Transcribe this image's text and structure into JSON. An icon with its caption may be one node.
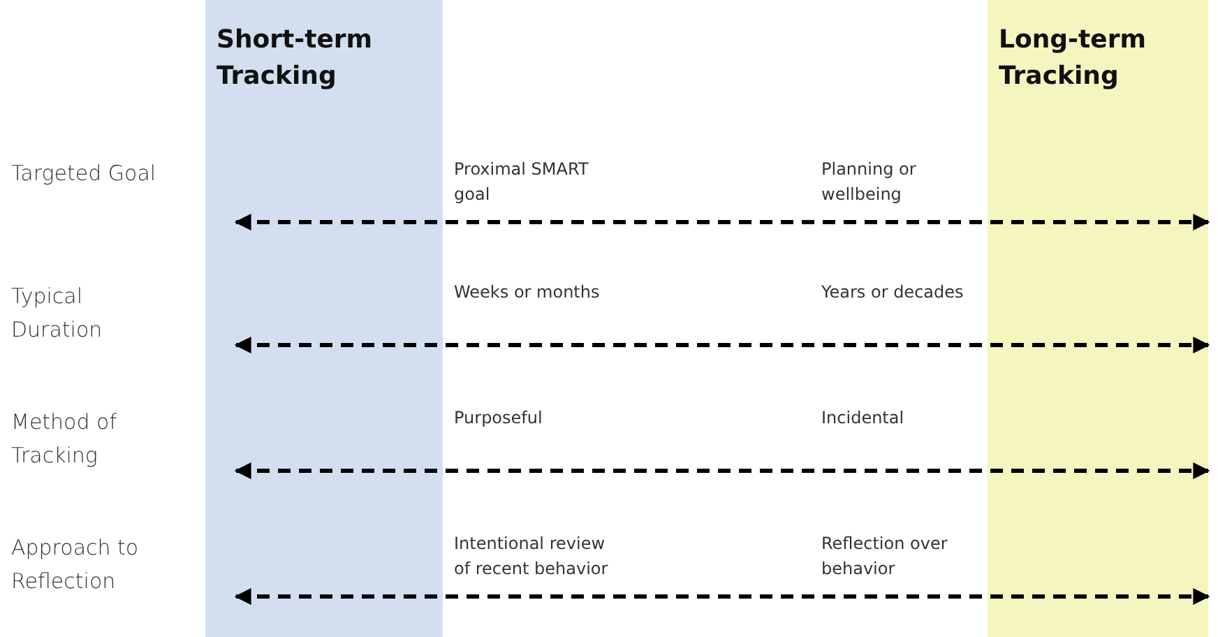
{
  "diagram": {
    "nodes": [
      {
        "text": [
          "Short-term Tracking"
        ]
      },
      {
        "text": [
          "Long-term Tracking"
        ]
      }
    ],
    "edges": [
      {
        "from": 0,
        "to": 1,
        "arrow": "both",
        "style": "dashed"
      },
      {
        "from": 0,
        "to": 1,
        "arrow": "both",
        "style": "dashed"
      },
      {
        "from": 0,
        "to": 1,
        "arrow": "both",
        "style": "dashed"
      },
      {
        "from": 0,
        "to": 1,
        "arrow": "both",
        "style": "dashed"
      }
    ],
    "labels": [
      "Targeted Goal",
      "Proximal SMART goal",
      "Planning or wellbeing",
      "Typical Duration",
      "Weeks or months",
      "Years or decades",
      "Method of Tracking",
      "Purposeful",
      "Incidental",
      "Approach to Reflection",
      "Intentional review of recent behavior",
      "Reflection over behavior"
    ]
  }
}
